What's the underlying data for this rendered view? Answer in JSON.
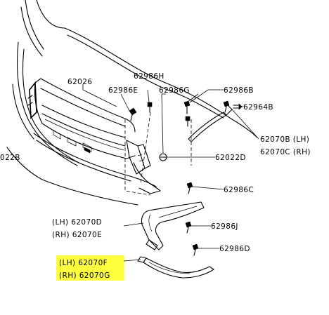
{
  "parts": {
    "p62026": "62026",
    "p62986H": "62986H",
    "p62986E": "62986E",
    "p62986G": "62986G",
    "p62986B": "62986B",
    "p62964B": "62964B",
    "p62070B_LH": "62070B (LH)",
    "p62070C_RH": "62070C (RH)",
    "p62022D": "62022D",
    "p62022B_partial": "022B",
    "p62986C": "62986C",
    "p62070D_LH": "(LH) 62070D",
    "p62070E_RH": "(RH) 62070E",
    "p62986J": "62986J",
    "p62986D": "62986D",
    "p62070F_LH": "(LH) 62070F",
    "p62070G_RH": "(RH) 62070G"
  },
  "colors": {
    "highlight": "#ffff3d",
    "line": "#000000"
  }
}
